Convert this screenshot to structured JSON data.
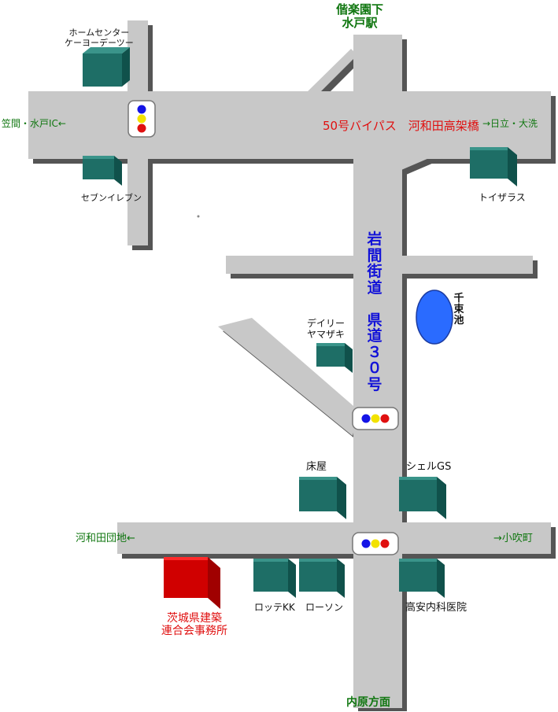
{
  "labels": {
    "north_destination_line1": "偕楽園下",
    "north_destination_line2": "水戸駅",
    "home_center_line1": "ホームセンター",
    "home_center_line2": "ケーヨーデーツー",
    "west_direction_top": "笠間・水戸IC←",
    "highway_name": "50号バイパス　河和田高架橋",
    "east_direction_top": "→日立・大洗",
    "seven_eleven": "セブンイレブン",
    "toys_r_us": "トイザラス",
    "daily_yamazaki_line1": "デイリー",
    "daily_yamazaki_line2": "ヤマザキ",
    "pond_name": "千束池",
    "main_road_name": "岩間街道　県道３０号",
    "tokoya": "床屋",
    "shell_gs": "シェルGS",
    "west_direction_bottom": "河和田団地←",
    "east_direction_bottom": "→小吹町",
    "lotte_kk": "ロッテKK",
    "lawson": "ローソン",
    "takayasu_clinic": "高安内科医院",
    "destination_office_line1": "茨城県建築",
    "destination_office_line2": "連合会事務所",
    "south_destination": "内原方面"
  },
  "colors": {
    "road": "#c8c8c8",
    "road_shadow": "#555555",
    "building_front": "#1e6e66",
    "building_top": "#3a948a",
    "building_side": "#10514b",
    "target_front": "#d00000",
    "target_top": "#ff2a2a",
    "target_side": "#a00000",
    "pond": "#2a6bff",
    "label_green": "#117711",
    "label_red": "#e01010",
    "label_blue": "#1212d8"
  },
  "icons": [
    "traffic-signal-icon",
    "building-icon",
    "pond-icon"
  ]
}
